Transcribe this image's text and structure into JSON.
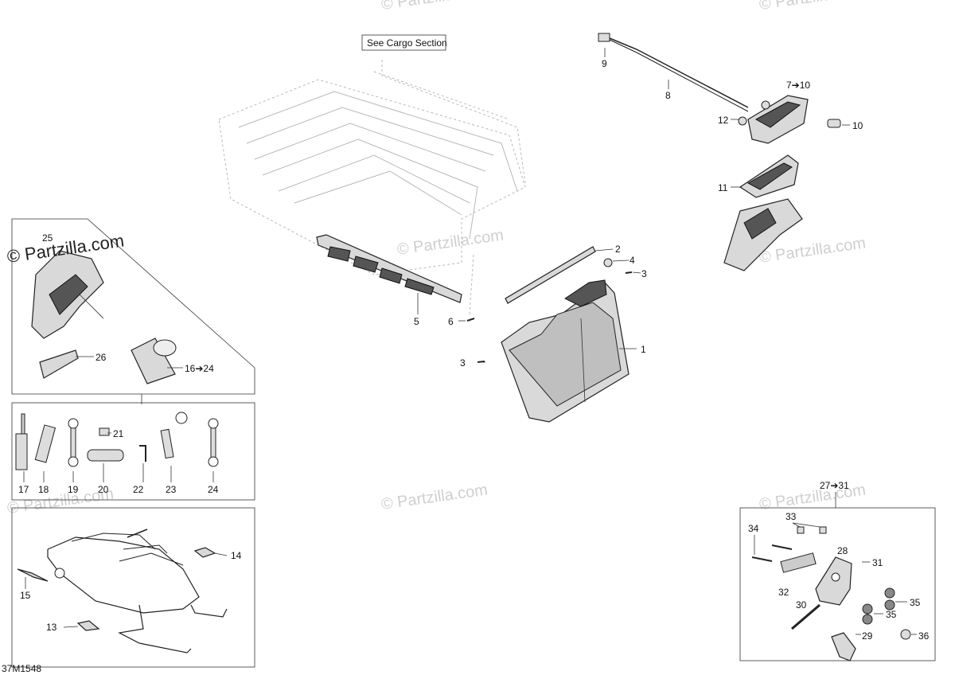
{
  "diagram_code": "37M1548",
  "cargo_note": "See Cargo Section",
  "watermark": "© Partzilla.com",
  "callouts": {
    "c1": "1",
    "c2": "2",
    "c3a": "3",
    "c3b": "3",
    "c4": "4",
    "c5": "5",
    "c6": "6",
    "c7to10": "7➔10",
    "c8": "8",
    "c9": "9",
    "c10": "10",
    "c11": "11",
    "c12": "12",
    "c13": "13",
    "c14": "14",
    "c15": "15",
    "c16to24": "16➔24",
    "c17": "17",
    "c18": "18",
    "c19": "19",
    "c20": "20",
    "c21": "21",
    "c22": "22",
    "c23": "23",
    "c24": "24",
    "c25": "25",
    "c26": "26",
    "c27to31": "27➔31",
    "c28": "28",
    "c29": "29",
    "c30": "30",
    "c31": "31",
    "c32": "32",
    "c33": "33",
    "c34": "34",
    "c35a": "35",
    "c35b": "35",
    "c36": "36"
  },
  "colors": {
    "line": "#222222",
    "part_fill": "#d9d9d9",
    "ghost": "#b8b8b8",
    "watermark": "#cfcfcf"
  }
}
